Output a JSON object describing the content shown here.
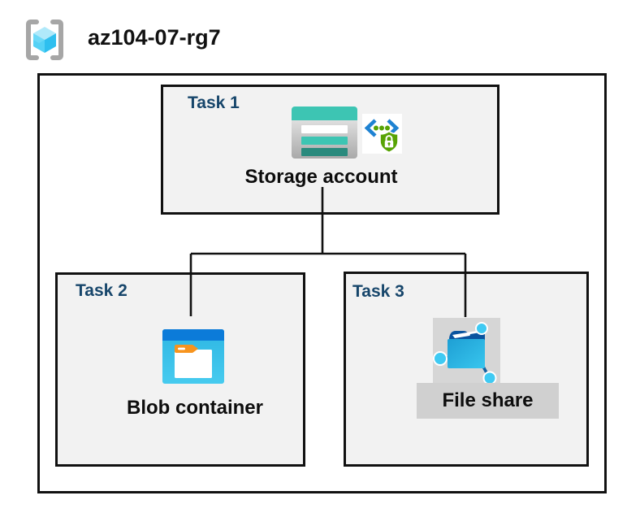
{
  "header": {
    "title": "az104-07-rg7"
  },
  "tasks": {
    "task1": {
      "label": "Task 1",
      "item_label": "Storage account"
    },
    "task2": {
      "label": "Task 2",
      "item_label": "Blob container"
    },
    "task3": {
      "label": "Task 3",
      "item_label": "File share"
    }
  },
  "icons": {
    "resource_group": "azure-resource-group-icon",
    "storage_account": "storage-account-icon",
    "secure_endpoint": "secure-endpoint-icon",
    "blob_container": "blob-container-icon",
    "file_share": "file-share-icon"
  },
  "colors": {
    "task_label": "#17466B",
    "box_background": "#F2F2F2",
    "border": "#111111",
    "teal": "#3DC5B3",
    "teal_dark": "#2A8A7D",
    "blue": "#0C7BD9",
    "cyan": "#35C1E9",
    "orange": "#F7941E",
    "green": "#57A304",
    "gray_highlight": "#D6D6D6"
  }
}
